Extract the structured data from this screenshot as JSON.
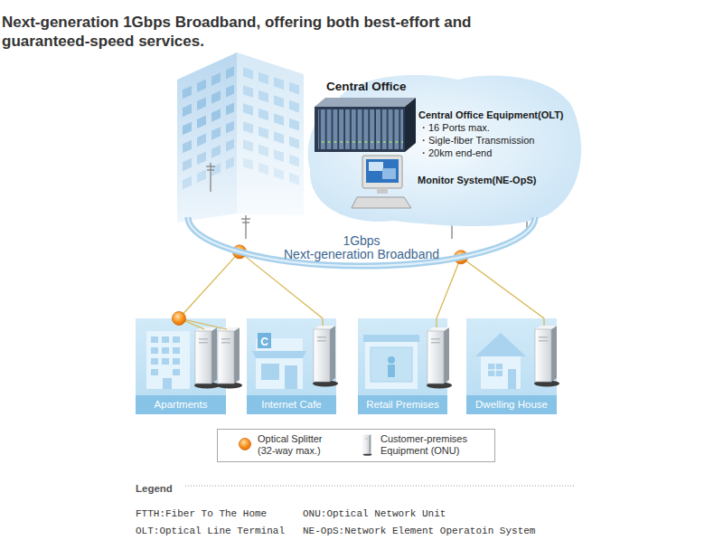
{
  "diagram": {
    "title": "Next-generation 1Gbps Broadband, offering both best-effort and guaranteed-speed services.",
    "nodes": [
      {
        "text": [
          "Central Office",
          "Central Office Equipment(OLT)",
          "・16 Ports max.",
          "・Sigle-fiber Transmission",
          "・20km end-end",
          "Monitor System(NE-OpS)"
        ]
      },
      {
        "text": [
          "1Gbps",
          "Next-generation Broadband"
        ]
      },
      {
        "text": [
          "Apartments"
        ]
      },
      {
        "text": [
          "Internet Cafe"
        ]
      },
      {
        "text": [
          "Retail Premises"
        ]
      },
      {
        "text": [
          "Dwelling House"
        ]
      }
    ],
    "edges": [
      {
        "from": 1,
        "to": 2,
        "arrow": "none"
      },
      {
        "from": 1,
        "to": 3,
        "arrow": "none"
      },
      {
        "from": 1,
        "to": 4,
        "arrow": "none"
      },
      {
        "from": 1,
        "to": 5,
        "arrow": "none"
      }
    ],
    "labels": [
      "C",
      "Legend",
      "FTTH:Fiber To The Home",
      "ONU:Optical Network Unit",
      "OLT:Optical Line Terminal",
      "NE-OpS:Network Element Operatoin System"
    ],
    "legend": [
      {
        "text": "Optical Splitter (32-way max.)"
      },
      {
        "text": "Customer-premises Equipment (ONU)"
      }
    ]
  }
}
